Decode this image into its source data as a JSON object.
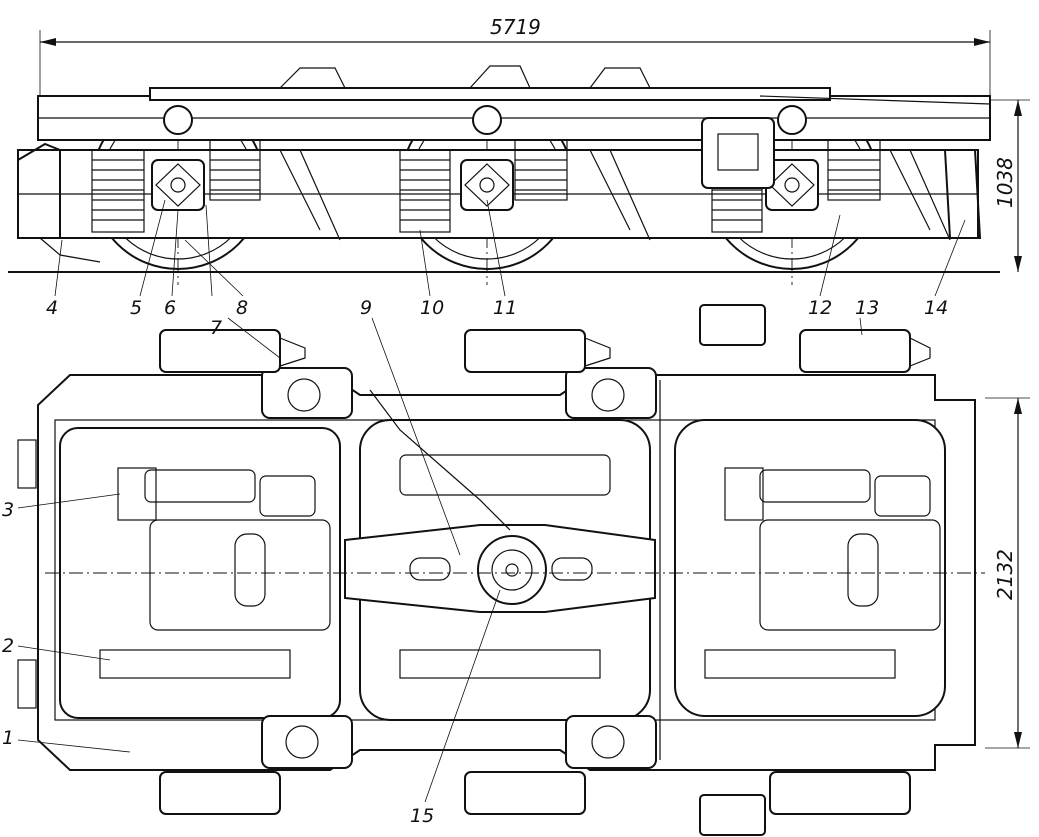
{
  "drawing": {
    "dimensions": {
      "overall_length": "5719",
      "height": "1038",
      "width": "2132"
    },
    "callouts": [
      "1",
      "2",
      "3",
      "4",
      "5",
      "6",
      "7",
      "8",
      "9",
      "10",
      "11",
      "12",
      "13",
      "14",
      "15"
    ]
  }
}
